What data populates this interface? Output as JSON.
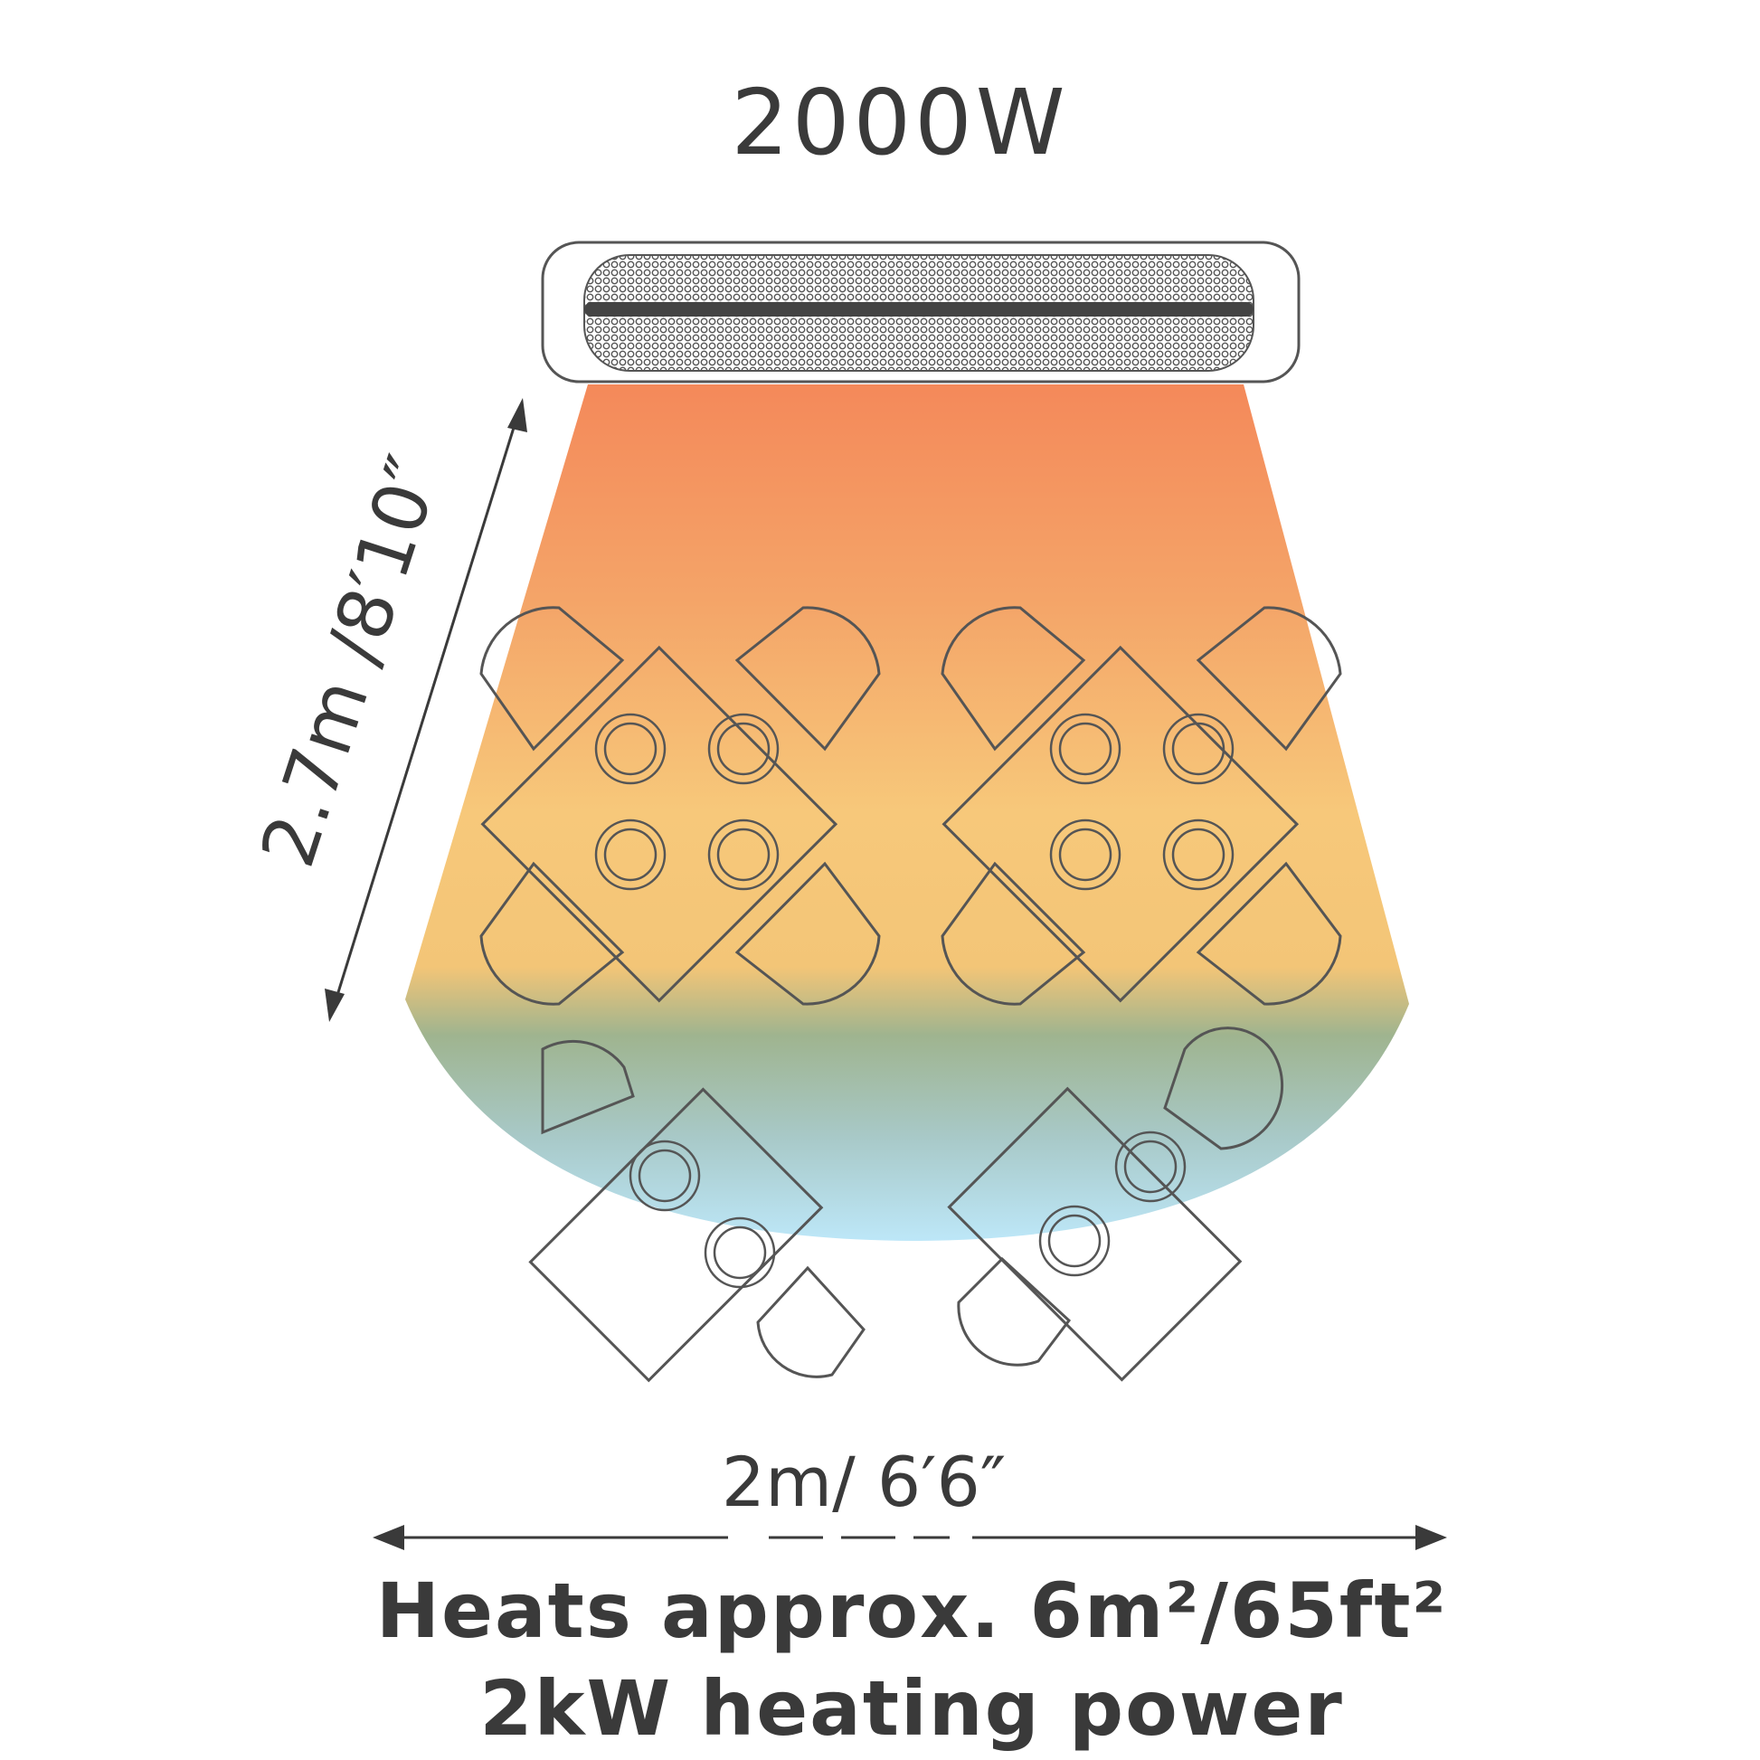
{
  "heater": {
    "wattage_label": "2000W"
  },
  "dimensions": {
    "depth_label": "2.7m /8′10″",
    "width_label": "2m/ 6′6″"
  },
  "specs": {
    "coverage_label": "Heats approx. 6m²/65ft²",
    "power_label": "2kW heating power"
  },
  "colors": {
    "heat_top": "#f4895a",
    "heat_mid": "#f7c87a",
    "heat_cool": "#9fb48f",
    "heat_bottom": "#b9e6f7",
    "line": "#3a3a3a"
  },
  "icons": {
    "heater": "radiant-heater-icon",
    "arrow": "double-arrow-icon",
    "table": "table-with-chairs-icon"
  }
}
